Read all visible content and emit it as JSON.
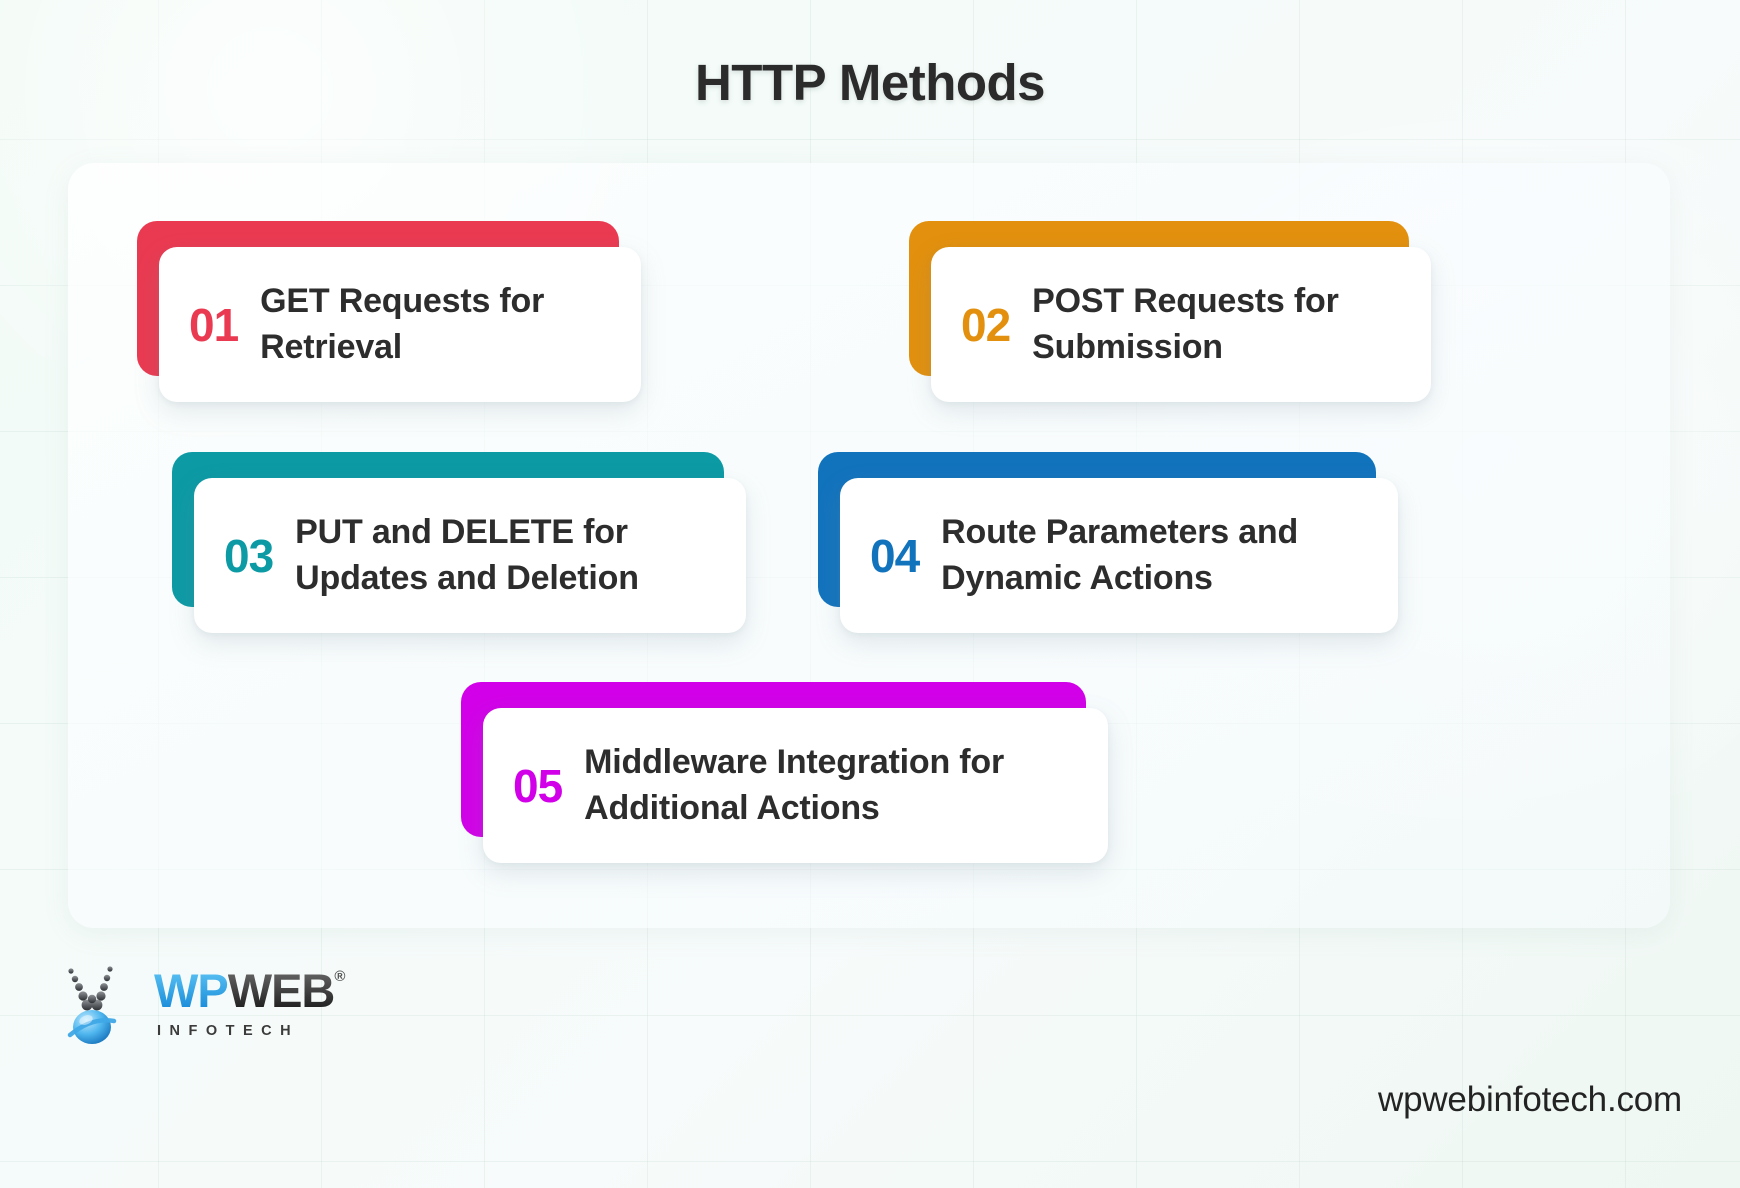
{
  "title": "HTTP Methods",
  "cards": [
    {
      "number": "01",
      "text": "GET Requests for Retrieval",
      "color": "#ea3a51"
    },
    {
      "number": "02",
      "text": "POST Requests for Submission",
      "color": "#e2900d"
    },
    {
      "number": "03",
      "text": "PUT and DELETE for Updates and Deletion",
      "color": "#0c9aa5"
    },
    {
      "number": "04",
      "text": "Route Parameters and Dynamic Actions",
      "color": "#1273bd"
    },
    {
      "number": "05",
      "text": "Middleware Integration for Additional Actions",
      "color": "#d200e8"
    }
  ],
  "footer": {
    "logo_wp": "WP",
    "logo_web": "WEB",
    "logo_registered": "®",
    "logo_tagline": "INFOTECH",
    "website": "wpwebinfotech.com"
  },
  "theme": {
    "background_start": "#f2fbf6",
    "background_end": "#eef7f2",
    "panel": "#fbfeff",
    "title_color": "#2b2b2b",
    "card_text_color": "#2d2d2d"
  }
}
